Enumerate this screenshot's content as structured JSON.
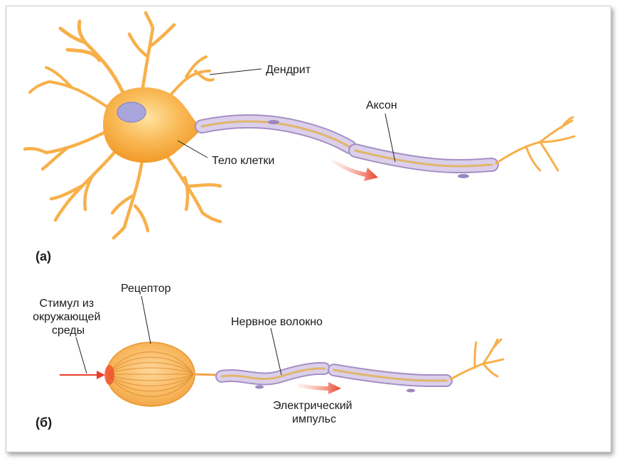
{
  "panel_a": {
    "letter": "(а)",
    "labels": {
      "dendrite": "Дендрит",
      "axon": "Аксон",
      "cell_body": "Тело клетки"
    }
  },
  "panel_b": {
    "letter": "(б)",
    "labels": {
      "receptor": "Рецептор",
      "stimulus": [
        "Стимул из",
        "окружающей",
        "среды"
      ],
      "nerve_fiber": "Нервное волокно",
      "impulse": [
        "Электрический",
        "импульс"
      ]
    }
  },
  "colors": {
    "neuron_orange": "#f7b04a",
    "neuron_light": "#ffd27a",
    "myelin_lilac": "#d9cdea",
    "myelin_edge": "#a58fc4",
    "nucleus": "#a9a6dd",
    "arrow_red": "#e8402a"
  }
}
